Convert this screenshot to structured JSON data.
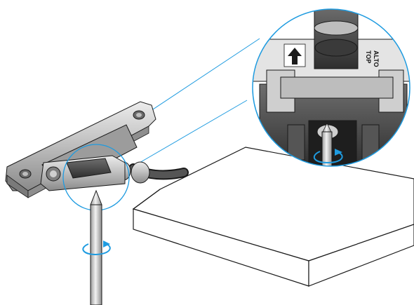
{
  "diagram": {
    "labels": {
      "top": "TOP",
      "alto": "ALTO"
    },
    "colors": {
      "accent": "#1e9be0",
      "outline": "#1a1a1a",
      "metal_light": "#d6d6d6",
      "metal_mid": "#a6a6a6",
      "metal_dark": "#5a5a5a",
      "board": "#ffffff"
    },
    "icons": [
      "screwdriver-icon",
      "rotation-arrow-icon",
      "up-arrow-icon",
      "magnifier-circle"
    ]
  }
}
